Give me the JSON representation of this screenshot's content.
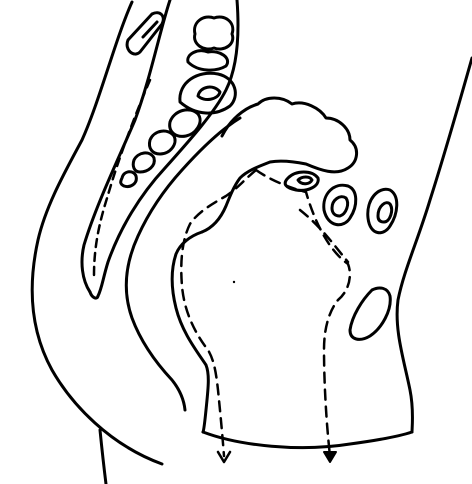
{
  "diagram": {
    "colors": {
      "line": "#000000",
      "background": "#ffffff"
    },
    "arrows": [
      {
        "name": "posterior-arrow-down",
        "style": "open"
      },
      {
        "name": "anterior-arrow-down",
        "style": "filled"
      }
    ]
  }
}
